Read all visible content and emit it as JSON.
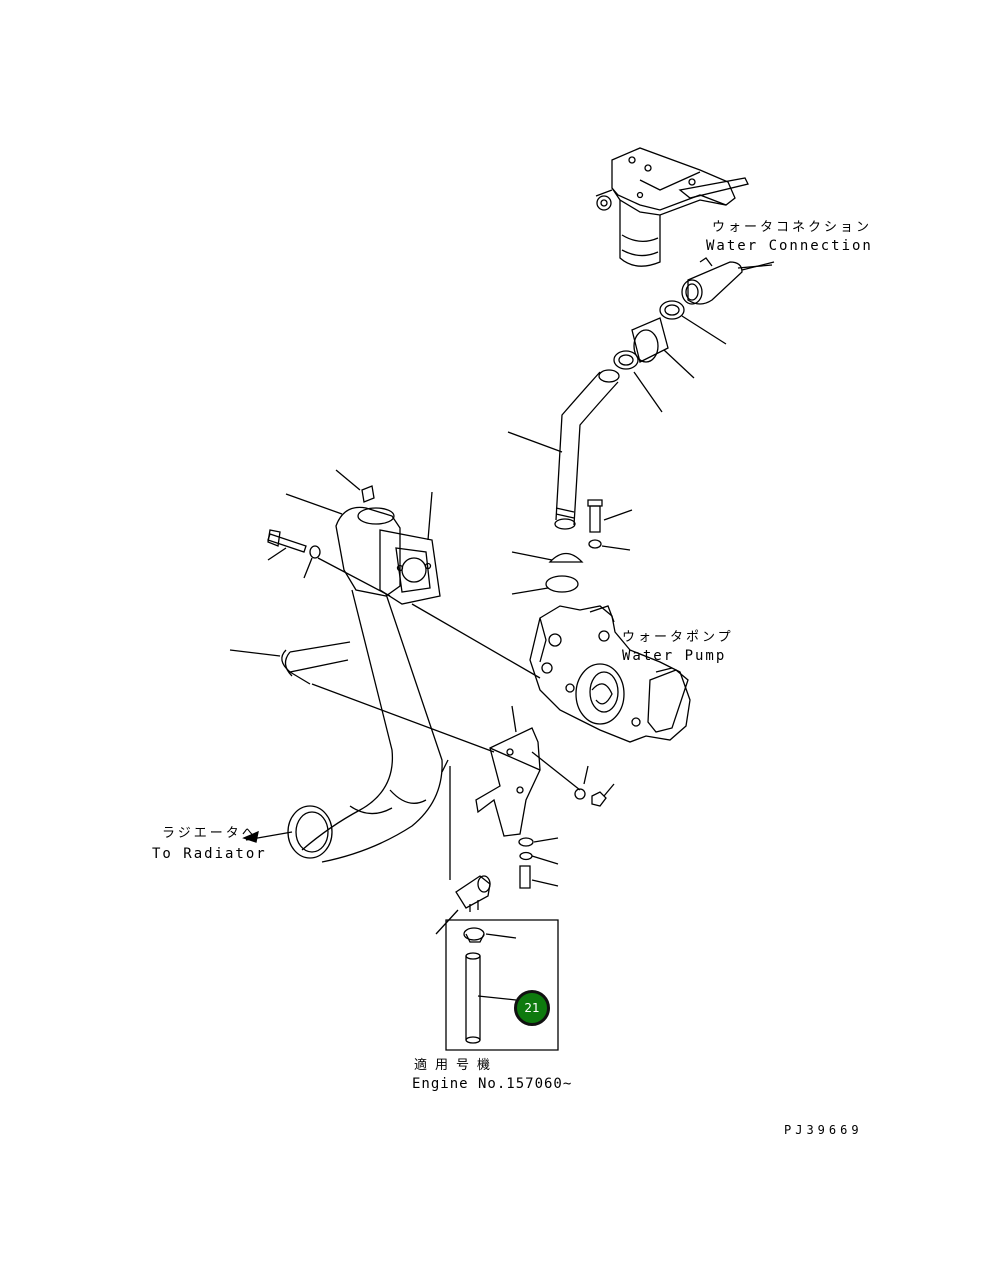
{
  "labels": {
    "water_connection_jp": "ウォータコネクション",
    "water_connection_en": "Water Connection",
    "water_pump_jp": "ウォータポンプ",
    "water_pump_en": "Water Pump",
    "radiator_jp": "ラジエータへ",
    "radiator_en": "To Radiator",
    "applicable_jp": "適用号機",
    "engine_no": "Engine No.157060~"
  },
  "callouts": [
    {
      "number": "21"
    }
  ],
  "drawing_code": "PJ39669",
  "colors": {
    "line": "#000000",
    "callout_fill": "#0e7a0e",
    "background": "#ffffff"
  }
}
